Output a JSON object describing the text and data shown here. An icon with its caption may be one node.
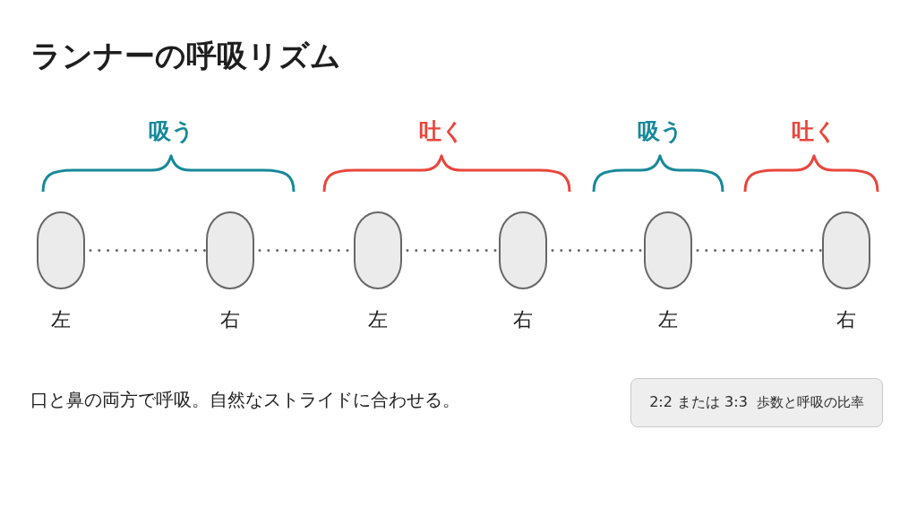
{
  "diagram": {
    "title": "ランナーの呼吸リズム",
    "nodes": [
      {
        "text": [],
        "shape": "oval",
        "beside": [
          "左"
        ]
      },
      {
        "text": [],
        "shape": "oval",
        "beside": [
          "右"
        ]
      },
      {
        "text": [],
        "shape": "oval",
        "beside": [
          "左"
        ]
      },
      {
        "text": [],
        "shape": "oval",
        "beside": [
          "右"
        ]
      },
      {
        "text": [],
        "shape": "oval",
        "beside": [
          "左"
        ]
      },
      {
        "text": [],
        "shape": "oval",
        "beside": [
          "右"
        ]
      },
      {
        "text": [
          "2:2 または 3:3",
          "歩数と呼吸の比率"
        ]
      }
    ],
    "edges": [
      {
        "from": 0,
        "to": 1,
        "arrow": "none",
        "style": "dashed"
      },
      {
        "from": 1,
        "to": 2,
        "arrow": "none",
        "style": "dashed"
      },
      {
        "from": 2,
        "to": 3,
        "arrow": "none",
        "style": "dashed"
      },
      {
        "from": 3,
        "to": 4,
        "arrow": "none",
        "style": "dashed"
      },
      {
        "from": 4,
        "to": 5,
        "arrow": "none",
        "style": "dashed"
      }
    ],
    "labels": [
      "吸う",
      "吐く",
      "吸う",
      "吐く",
      "口と鼻の両方で呼吸。自然なストライドに合わせる。"
    ]
  }
}
